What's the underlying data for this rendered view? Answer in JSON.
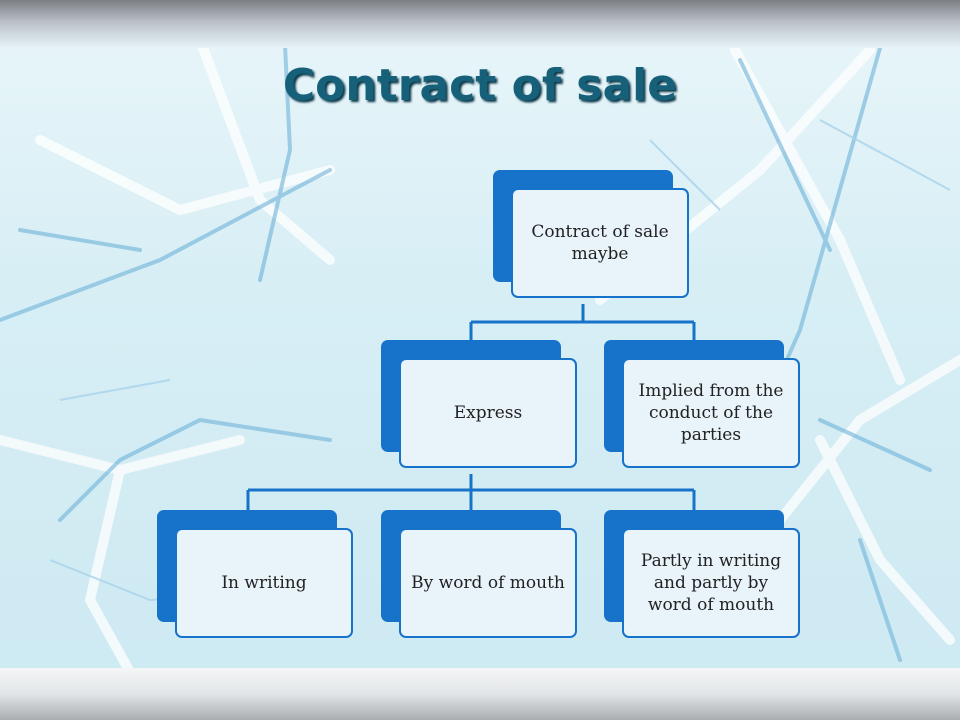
{
  "title": "Contract of sale",
  "diagram": {
    "root": "Contract  of sale maybe",
    "level1": [
      "Express",
      "Implied from the conduct of the parties"
    ],
    "level2": [
      "In writing",
      "By word of mouth",
      "Partly in writing and partly by word of mouth"
    ]
  },
  "colors": {
    "accent": "#1773c9",
    "box_fill": "#e8f3fa",
    "title": "#16607a"
  }
}
